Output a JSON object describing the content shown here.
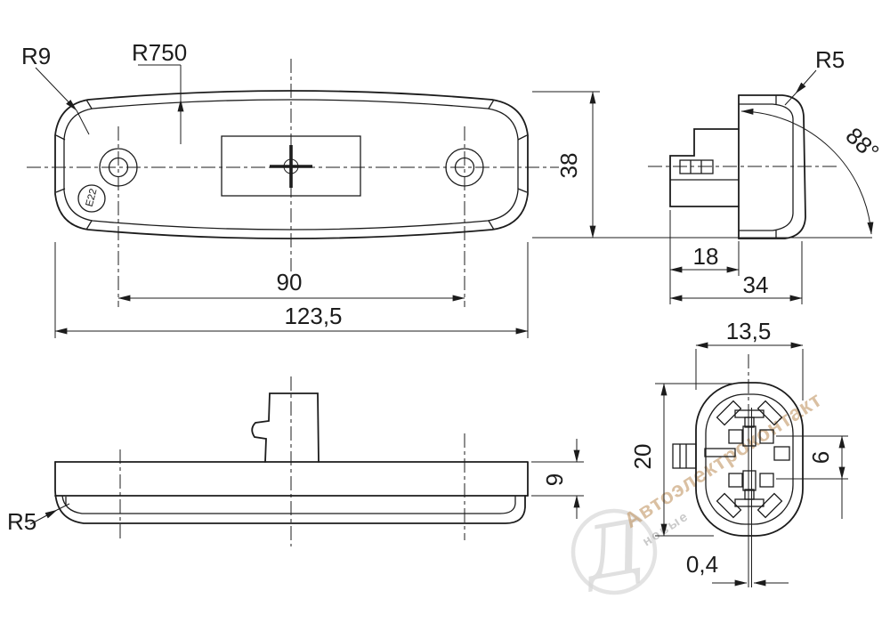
{
  "labels": {
    "front": {
      "corner_radius": "R9",
      "face_radius": "R750",
      "height": "38",
      "hole_spacing": "90",
      "overall_length": "123,5",
      "approval_mark": "E22"
    },
    "side": {
      "corner_radius": "R5",
      "face_angle": "88°",
      "body_depth": "18",
      "overall_depth": "34"
    },
    "bottom": {
      "corner_radius": "R5",
      "base_height": "9"
    },
    "connector": {
      "width": "13,5",
      "height": "20",
      "pin_pitch": "6",
      "blade_thickness": "0,4"
    }
  },
  "watermark": {
    "brand": "Автоэлектроконтакт",
    "tagline": "новые",
    "monogram": "Д"
  },
  "colors": {
    "line": "#1c1c1c",
    "background": "#ffffff",
    "watermark_brand": "#c49a6a",
    "watermark_gray": "#9f9f9f",
    "watermark_logo": "#d9d9d9"
  }
}
